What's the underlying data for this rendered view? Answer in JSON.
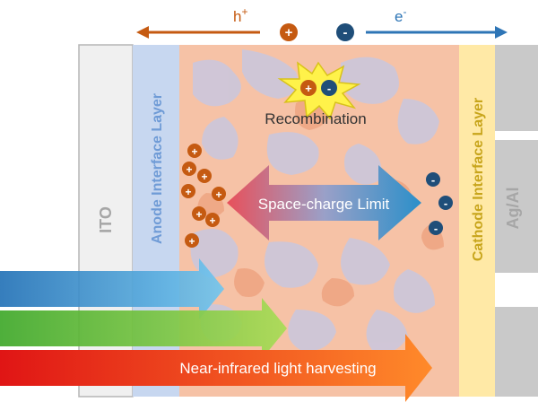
{
  "layers": {
    "ito": "ITO",
    "anode": "Anode Interface Layer",
    "cathode": "Cathode Interface Layer",
    "electrode": "Ag/Al"
  },
  "carriers": {
    "hole_label": "h",
    "hole_sup": "+",
    "electron_label": "e",
    "electron_sup": "-",
    "hole_symbol": "+",
    "electron_symbol": "-"
  },
  "recombination": "Recombination",
  "space_charge": "Space-charge Limit",
  "nir": "Near-infrared light harvesting",
  "colors": {
    "hole": "#c55a11",
    "electron": "#1f4e79",
    "active_layer": "#f4b99b",
    "anode_layer": "#b4c7e7",
    "cathode_layer": "#ffe699",
    "electrode": "#c9c9c9"
  }
}
